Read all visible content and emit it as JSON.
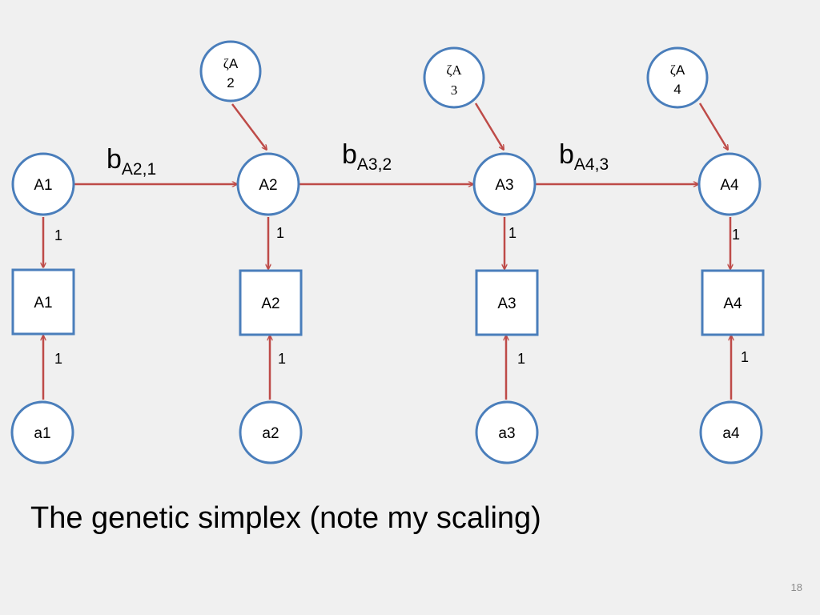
{
  "slide": {
    "title": "The genetic simplex (note my scaling)",
    "number": "18"
  },
  "diagram": {
    "latent_nodes": [
      "A1",
      "A2",
      "A3",
      "A4"
    ],
    "observed_nodes": [
      "A1",
      "A2",
      "A3",
      "A4"
    ],
    "error_nodes": [
      "a1",
      "a2",
      "a3",
      "a4"
    ],
    "disturbance_nodes": [
      {
        "symbol": "ζ",
        "letter": "A",
        "index": "2"
      },
      {
        "symbol": "ζ",
        "letter": "A",
        "index": "3"
      },
      {
        "symbol": "ζ",
        "letter": "A",
        "index": "4"
      }
    ],
    "paths": [
      {
        "base": "b",
        "sub": "A2,1"
      },
      {
        "base": "b",
        "sub": "A3,2"
      },
      {
        "base": "b",
        "sub": "A4,3"
      }
    ],
    "loading_labels": [
      "1",
      "1",
      "1",
      "1"
    ],
    "error_labels": [
      "1",
      "1",
      "1",
      "1"
    ]
  },
  "colors": {
    "node_stroke": "#4a7ebb",
    "arrow": "#be4b48",
    "background": "#f0f0f0",
    "node_fill": "#ffffff"
  }
}
